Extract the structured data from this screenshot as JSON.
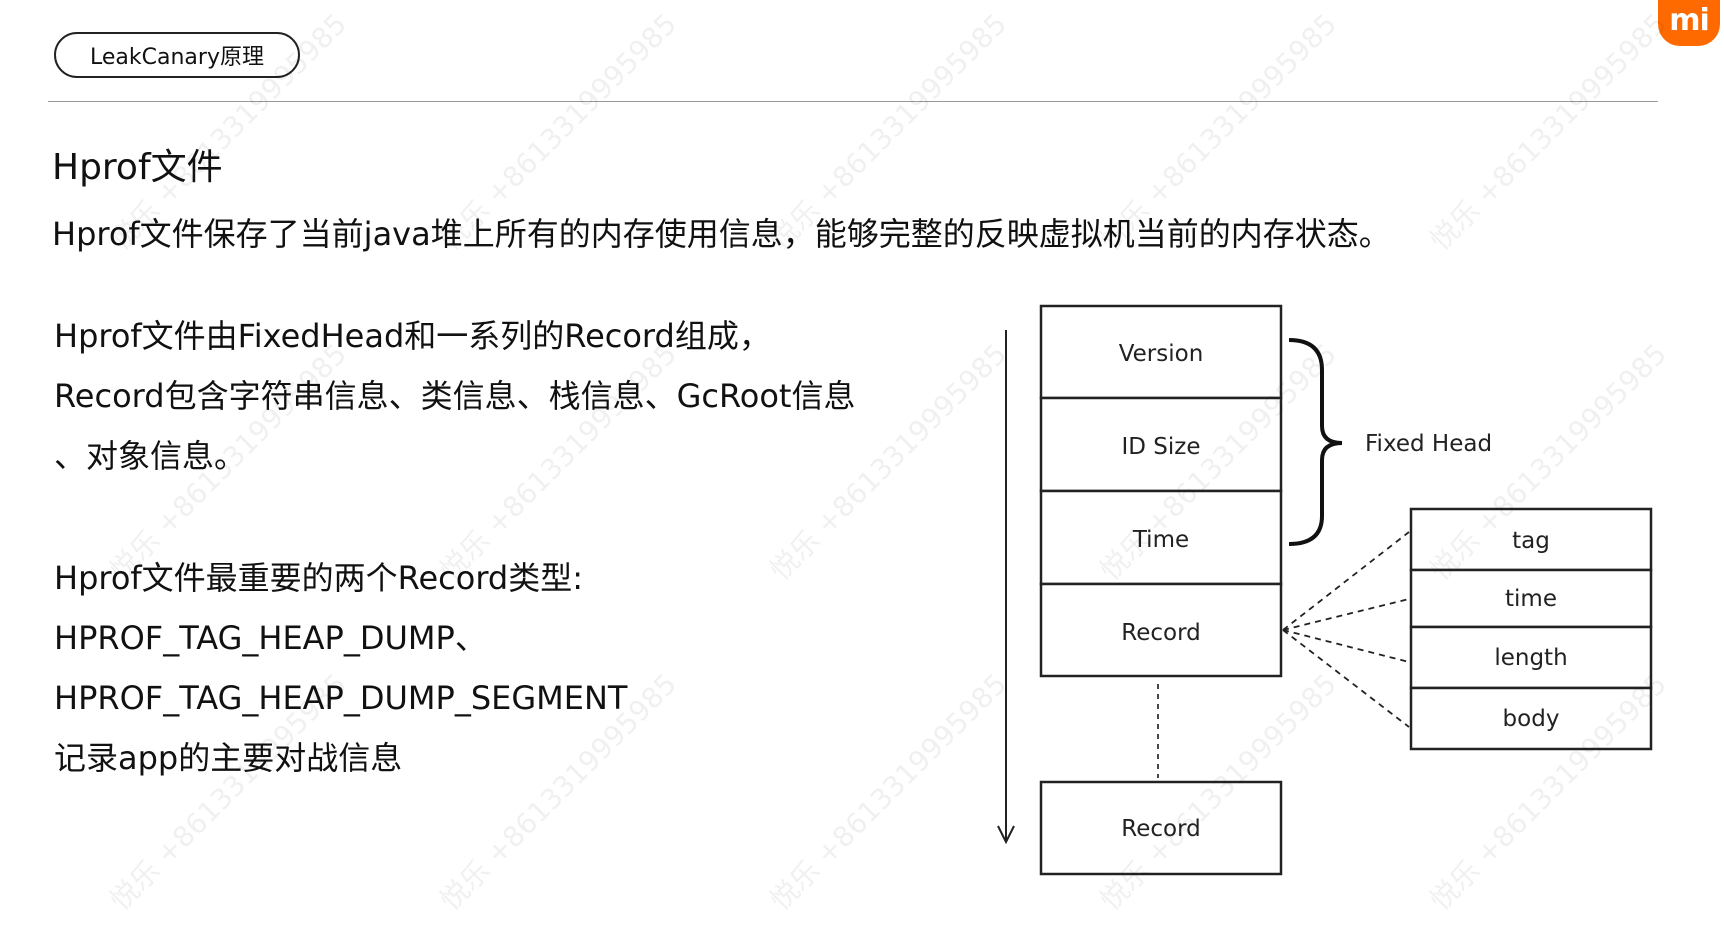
{
  "header": {
    "section_pill": "LeakCanary原理",
    "brand_logo": "mi"
  },
  "slide": {
    "title": "Hprof文件",
    "intro": "Hprof文件保存了当前java堆上所有的内存使用信息，能够完整的反映虚拟机当前的内存状态。",
    "para1": [
      "Hprof文件由FixedHead和一系列的Record组成，",
      "Record包含字符串信息、类信息、栈信息、GcRoot信息",
      "、对象信息。"
    ],
    "para2": [
      "Hprof文件最重要的两个Record类型:",
      "HPROF_TAG_HEAP_DUMP、",
      "HPROF_TAG_HEAP_DUMP_SEGMENT",
      "记录app的主要对战信息"
    ]
  },
  "diagram": {
    "blocks": [
      "Version",
      "ID Size",
      "Time",
      "Record"
    ],
    "last_record": "Record",
    "brace_label": "Fixed Head",
    "record_fields": [
      "tag",
      "time",
      "length",
      "body"
    ]
  },
  "watermark": "悦乐 +8613319995985",
  "colors": {
    "brand": "#ff6a00",
    "text": "#111111",
    "divider": "#9a9a9a"
  }
}
